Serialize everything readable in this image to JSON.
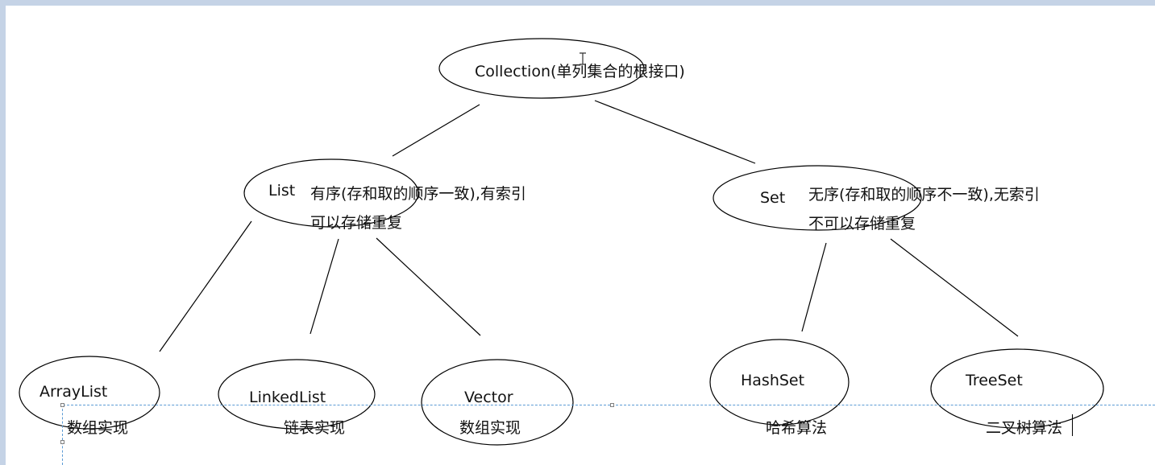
{
  "diagram": {
    "root": {
      "name": "Collection(单列集合的根接口)"
    },
    "list": {
      "name": "List",
      "desc_line1": "有序(存和取的顺序一致),有索引",
      "desc_line2": "可以存储重复"
    },
    "set": {
      "name": "Set",
      "desc_line1": "无序(存和取的顺序不一致),无索引",
      "desc_line2": "不可以存储重复"
    },
    "arraylist": {
      "name": "ArrayList",
      "desc": "数组实现"
    },
    "linkedlist": {
      "name": "LinkedList",
      "desc": "链表实现"
    },
    "vector": {
      "name": "Vector",
      "desc": "数组实现"
    },
    "hashset": {
      "name": "HashSet",
      "desc": "哈希算法"
    },
    "treeset": {
      "name": "TreeSet",
      "desc": "二叉树算法"
    }
  },
  "colors": {
    "frame": "#c5d3e6",
    "line": "#000000",
    "selection": "#5b9bd5"
  }
}
